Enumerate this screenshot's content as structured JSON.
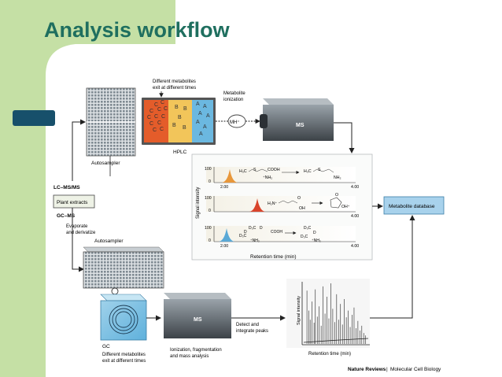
{
  "slide": {
    "title": "Analysis workflow",
    "colors": {
      "title": "#1f6f5f",
      "accent_green": "#c5e0a5",
      "tab_blue": "#17506b",
      "database": "#a8d2ec"
    }
  },
  "diagram": {
    "hplc_caption": "Different metabolites exit at different times",
    "ionization_caption": "Metabolite ionization",
    "ion_label": "MH⁺",
    "ms_label": "MS",
    "hplc_label": "HPLC",
    "autosampler_label": "Autosampler",
    "lcms_label": "LC–MS/MS",
    "plant_extracts_label": "Plant extracts",
    "gcms_label": "GC–MS",
    "derivatize_caption": "Evaporate and derivatize",
    "gc_autosampler_label": "Autosampler",
    "gc_label": "GC",
    "gc_caption": "Different metabolites exit at different times",
    "gc_ms_label": "MS",
    "ionization_fragmentation_caption": "Ionization, fragmentation and mass analysis",
    "detect_caption": "Detect and integrate peaks",
    "signal_intensity_label": "Signal intensity",
    "retention_time_label": "Retention time (min)",
    "database_label": "Metabolite database",
    "credit_journal": "Nature Reviews",
    "credit_section": "Molecular Cell Biology",
    "column_letters": {
      "C": [
        "C",
        "C",
        "C",
        "C",
        "C",
        "C",
        "C",
        "C",
        "C",
        "C",
        "C",
        "C"
      ],
      "B": [
        "B",
        "B",
        "B",
        "B",
        "B"
      ],
      "A": [
        "A",
        "A",
        "A",
        "A",
        "A",
        "A",
        "A"
      ]
    },
    "chromatogram_panels": [
      {
        "y_tick_top": "100",
        "y_tick_bottom": "0",
        "x_tick_start": "2.00",
        "x_tick_end": "4.00",
        "peak_color": "#e8973a",
        "formula_a": "H₃C",
        "formula_b": "S",
        "formula_c": "COOH",
        "formula_d": "⁺NH₂",
        "product_a": "H₃C",
        "product_b": "S",
        "product_c": "NH₂"
      },
      {
        "y_tick_top": "100",
        "y_tick_bottom": "0",
        "x_tick_end": "4.00",
        "peak_color": "#d9442b",
        "formula_a": "H₂N⁺",
        "formula_b": "O",
        "formula_c": "OH",
        "product_a": "O",
        "product_b": "OH⁺"
      },
      {
        "y_tick_top": "100",
        "y_tick_bottom": "0",
        "x_tick_start": "2.00",
        "x_tick_end": "4.00",
        "peak_color": "#5aa9d6",
        "formula_a": "D₃C",
        "formula_b": "D",
        "formula_c": "D",
        "formula_d": "D₃C",
        "formula_e": "⁺NH₂",
        "formula_f": "COOH",
        "product_a": "D₃C",
        "product_b": "D",
        "product_c": "D₃C",
        "product_d": "⁺NH₂"
      }
    ],
    "gc_peaks": [
      {
        "rt": 0.05,
        "h": 0.88
      },
      {
        "rt": 0.08,
        "h": 0.55
      },
      {
        "rt": 0.1,
        "h": 0.4
      },
      {
        "rt": 0.13,
        "h": 0.7
      },
      {
        "rt": 0.16,
        "h": 0.35
      },
      {
        "rt": 0.18,
        "h": 0.9
      },
      {
        "rt": 0.21,
        "h": 0.45
      },
      {
        "rt": 0.24,
        "h": 0.62
      },
      {
        "rt": 0.27,
        "h": 0.3
      },
      {
        "rt": 0.3,
        "h": 0.95
      },
      {
        "rt": 0.33,
        "h": 0.5
      },
      {
        "rt": 0.36,
        "h": 0.78
      },
      {
        "rt": 0.39,
        "h": 0.42
      },
      {
        "rt": 0.42,
        "h": 1.0
      },
      {
        "rt": 0.45,
        "h": 0.58
      },
      {
        "rt": 0.48,
        "h": 0.36
      },
      {
        "rt": 0.51,
        "h": 0.82
      },
      {
        "rt": 0.54,
        "h": 0.4
      },
      {
        "rt": 0.57,
        "h": 0.66
      },
      {
        "rt": 0.6,
        "h": 0.32
      },
      {
        "rt": 0.63,
        "h": 0.74
      },
      {
        "rt": 0.66,
        "h": 0.44
      },
      {
        "rt": 0.69,
        "h": 0.55
      },
      {
        "rt": 0.72,
        "h": 0.28
      },
      {
        "rt": 0.75,
        "h": 0.48
      },
      {
        "rt": 0.78,
        "h": 0.6
      },
      {
        "rt": 0.81,
        "h": 0.26
      },
      {
        "rt": 0.84,
        "h": 0.38
      },
      {
        "rt": 0.87,
        "h": 0.22
      },
      {
        "rt": 0.9,
        "h": 0.3
      },
      {
        "rt": 0.93,
        "h": 0.18
      },
      {
        "rt": 0.96,
        "h": 0.14
      }
    ]
  }
}
